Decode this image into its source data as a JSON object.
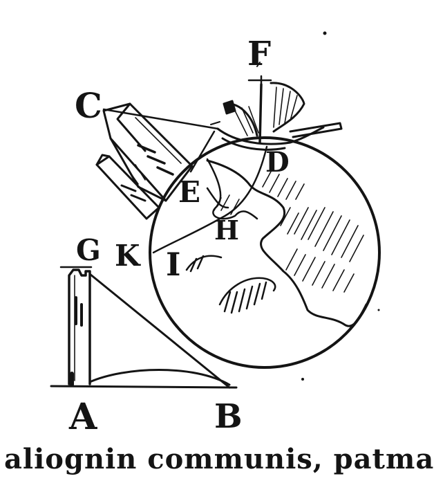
{
  "figure": {
    "labels": {
      "A": "A",
      "B": "B",
      "C": "C",
      "D": "D",
      "E": "E",
      "F": "F",
      "G": "G",
      "H": "H",
      "I": "I",
      "K": "K"
    },
    "caption": "aliognin communis, patma pur"
  },
  "colors": {
    "ink": "#141414",
    "paper": "#ffffff"
  }
}
